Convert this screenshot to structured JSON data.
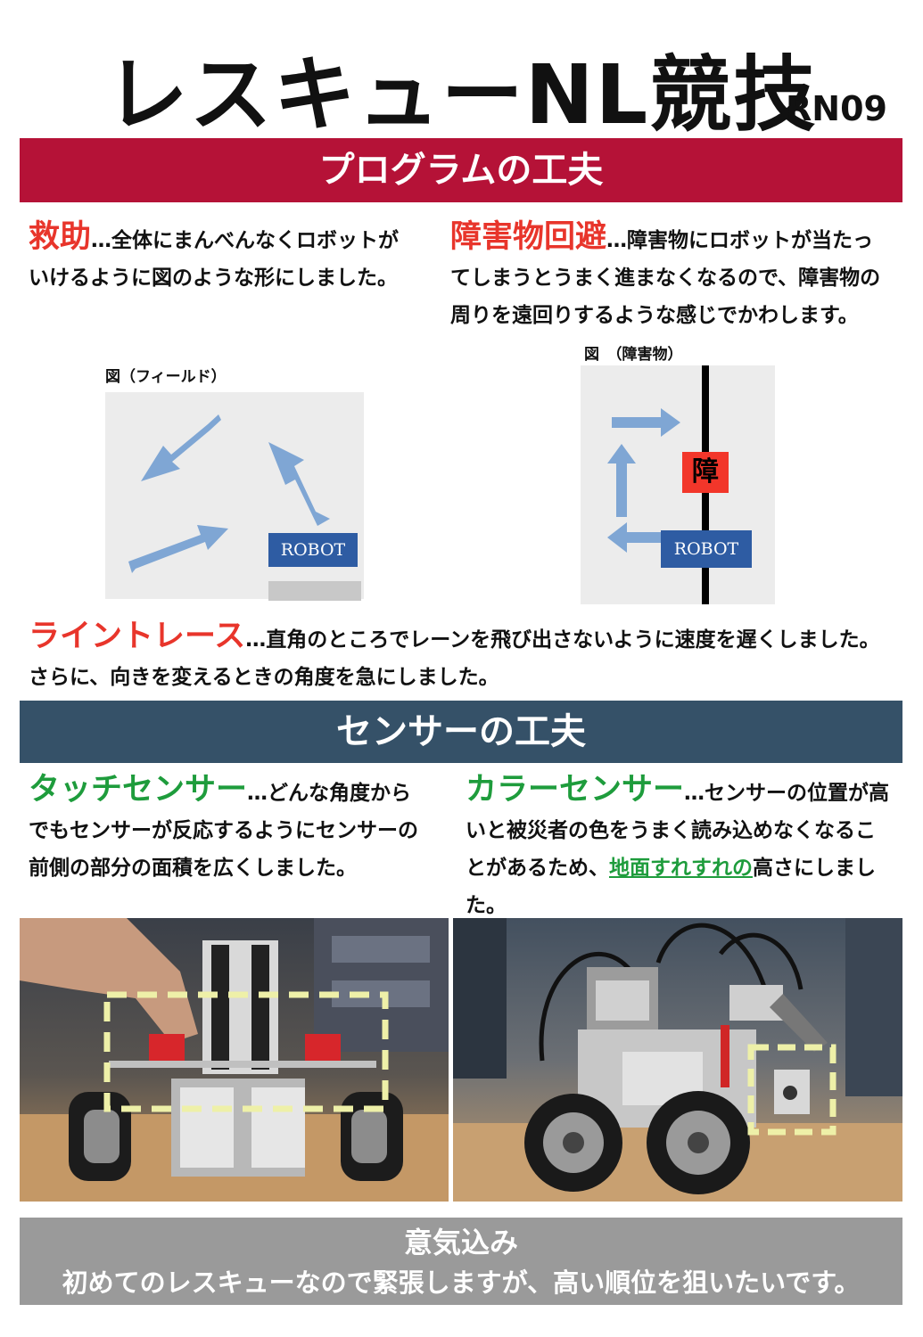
{
  "header": {
    "title": "レスキューNL競技",
    "code": "RN09"
  },
  "program": {
    "heading": "プログラムの工夫",
    "rescue": {
      "term": "救助",
      "sep": "…",
      "text": "全体にまんべんなくロボットがいけるように図のような形にしました。"
    },
    "avoid": {
      "term": "障害物回避",
      "sep": "…",
      "text": "障害物にロボットが当たってしまうとうまく進まなくなるので、障害物の周りを遠回りするような感じでかわします。"
    },
    "fig_field_caption": "図（フィールド）",
    "fig_obstacle_caption": "図　（障害物）",
    "robot_label": "ROBOT",
    "obstacle_label": "障",
    "linetrace": {
      "term": "ライントレース",
      "sep": "…",
      "line1": "直角のところでレーンを飛び出さないように速度を遅くしました。",
      "line2": "さらに、向きを変えるときの角度を急にしました。"
    }
  },
  "sensor": {
    "heading": "センサーの工夫",
    "touch": {
      "term": "タッチセンサー",
      "sep": "…",
      "text": "どんな角度からでもセンサーが反応するようにセンサーの前側の部分の面積を広くしました。"
    },
    "color": {
      "term": "カラーセンサー",
      "sep": "…",
      "text_before": "センサーの位置が高いと被災者の色をうまく読み込めなくなることがあるため、",
      "underline": "地面すれすれの",
      "text_after": "高さにしました。"
    }
  },
  "footer": {
    "heading": "意気込み",
    "text": "初めてのレスキューなので緊張しますが、高い順位を狙いたいです。"
  },
  "colors": {
    "red_band": "#b51237",
    "blue_band": "#355168",
    "accent_red": "#e8352b",
    "accent_green": "#1e9c3c",
    "arrow": "#7fa6d4",
    "robot": "#2e5ca3"
  }
}
